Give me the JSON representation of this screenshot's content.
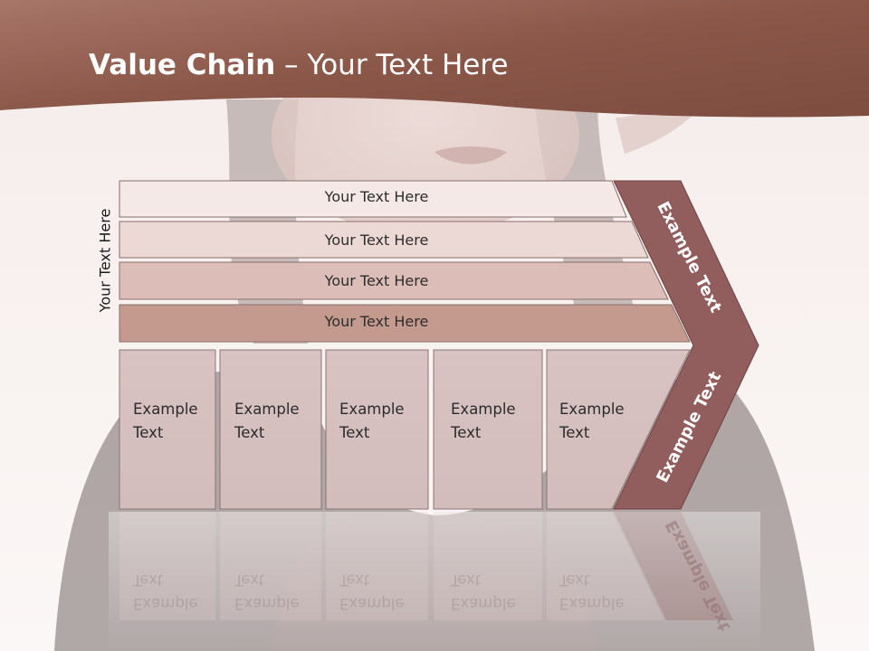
{
  "title": {
    "bold": "Value Chain",
    "rest": " – Your Text Here"
  },
  "side_label": "Your Text Here",
  "rows": [
    {
      "label": "Your Text Here"
    },
    {
      "label": "Your Text Here"
    },
    {
      "label": "Your Text Here"
    },
    {
      "label": "Your Text Here"
    }
  ],
  "cells": [
    {
      "label": "Example\nText"
    },
    {
      "label": "Example\nText"
    },
    {
      "label": "Example\nText"
    },
    {
      "label": "Example\nText"
    },
    {
      "label": "Example\nText"
    }
  ],
  "chevron": {
    "upper": "Example Text",
    "lower": "Example Text"
  },
  "colors": {
    "header_dark": "#7a4a3e",
    "header_light": "#b9806d",
    "row_1": "#f4e9e7",
    "row_2": "#ead6d3",
    "row_3": "#dcbdb7",
    "row_4": "#c59a8f",
    "cell_fill": "#d6c0c0",
    "chevron": "#915d5d"
  }
}
